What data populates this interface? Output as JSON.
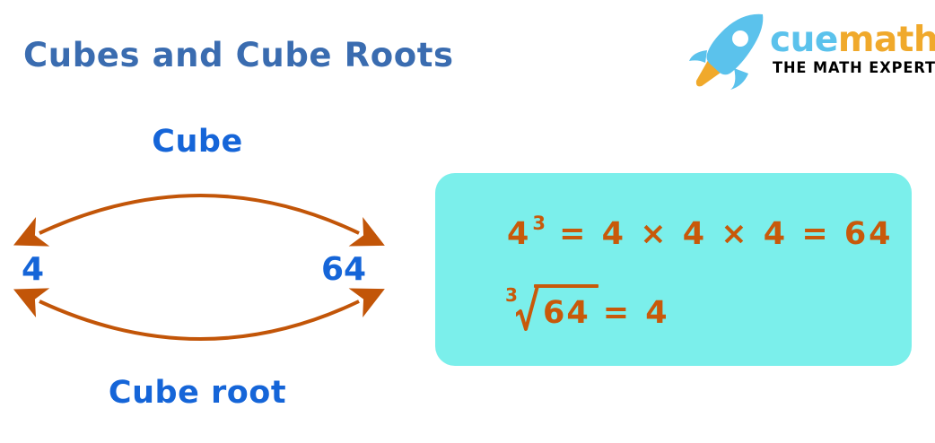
{
  "page": {
    "title": "Cubes and Cube Roots",
    "background_color": "#ffffff"
  },
  "colors": {
    "title_blue": "#3a6cb0",
    "label_blue": "#1565d8",
    "arrow_orange": "#c25508",
    "formula_orange": "#c8590a",
    "card_teal": "#7befeb",
    "logo_cue_blue": "#5bc2ec",
    "logo_math_amber": "#f0a92b",
    "tagline_black": "#000000"
  },
  "logo": {
    "rocket_icon": "rocket-icon",
    "word_cue": "cue",
    "word_math": "math",
    "tagline": "THE MATH EXPERT"
  },
  "diagram": {
    "top_label": "Cube",
    "bottom_label": "Cube root",
    "left_value": "4",
    "right_value": "64",
    "top_arrow": "double-headed-arc-arrow",
    "bottom_arrow": "double-headed-arc-arrow"
  },
  "formula_card": {
    "line1": {
      "base": "4",
      "exponent": "3",
      "rest": "= 4 × 4 × 4 = 64"
    },
    "line2": {
      "index": "3",
      "radicand": "64",
      "rest": "= 4"
    }
  }
}
